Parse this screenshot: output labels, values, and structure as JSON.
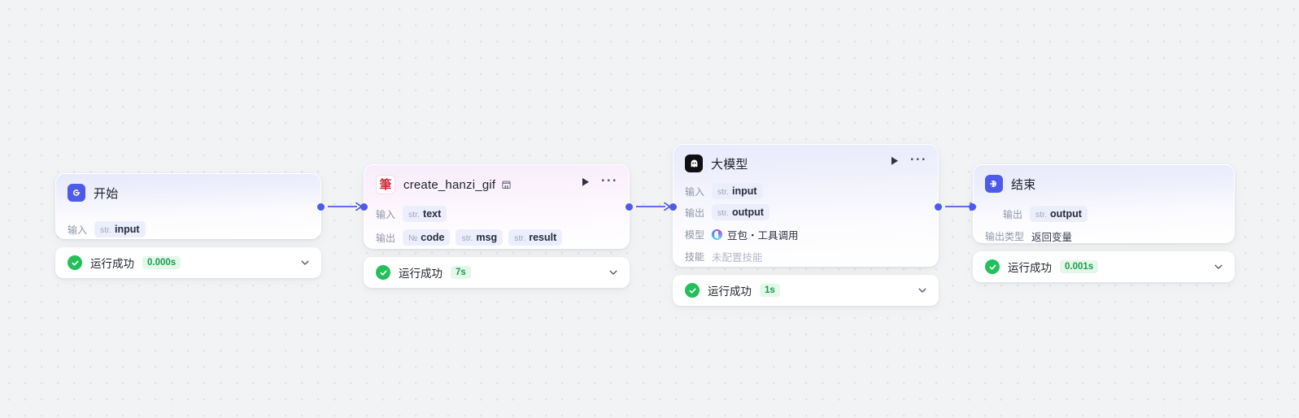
{
  "canvas": {
    "background_color": "#f2f3f5",
    "accent_color": "#4e5ae8",
    "success_color": "#23c05a"
  },
  "nodes": [
    {
      "id": "start",
      "title": "开始",
      "icon": "start-circle-icon",
      "rows": [
        {
          "label": "输入",
          "pills": [
            {
              "type": "str.",
              "name": "input"
            }
          ]
        }
      ],
      "status": {
        "icon": "check-icon",
        "text": "运行成功",
        "duration": "0.000s",
        "chevron": "chevron-down-icon"
      }
    },
    {
      "id": "plugin",
      "title": "create_hanzi_gif",
      "icon": "brush-hanzi-icon",
      "icon_glyph": "筆",
      "title_badge": "store-icon",
      "actions": {
        "run": "play-icon",
        "more": "more-icon"
      },
      "rows": [
        {
          "label": "输入",
          "pills": [
            {
              "type": "str.",
              "name": "text"
            }
          ]
        },
        {
          "label": "输出",
          "pills": [
            {
              "type": "№",
              "name": "code"
            },
            {
              "type": "str.",
              "name": "msg"
            },
            {
              "type": "str.",
              "name": "result"
            }
          ]
        }
      ],
      "status": {
        "icon": "check-icon",
        "text": "运行成功",
        "duration": "7s",
        "chevron": "chevron-down-icon"
      }
    },
    {
      "id": "llm",
      "title": "大模型",
      "icon": "llm-ghost-icon",
      "actions": {
        "run": "play-icon",
        "more": "more-icon"
      },
      "rows": [
        {
          "label": "输入",
          "pills": [
            {
              "type": "str.",
              "name": "input"
            }
          ]
        },
        {
          "label": "输出",
          "pills": [
            {
              "type": "str.",
              "name": "output"
            }
          ]
        },
        {
          "label": "模型",
          "model_icon": "doubao-icon",
          "value": "豆包・工具调用"
        },
        {
          "label": "技能",
          "value": "未配置技能",
          "muted": true
        }
      ],
      "status": {
        "icon": "check-icon",
        "text": "运行成功",
        "duration": "1s",
        "chevron": "chevron-down-icon"
      }
    },
    {
      "id": "end",
      "title": "结束",
      "icon": "end-arrow-icon",
      "rows": [
        {
          "label": "输出",
          "pills": [
            {
              "type": "str.",
              "name": "output"
            }
          ]
        },
        {
          "label": "输出类型",
          "value": "返回变量"
        }
      ],
      "status": {
        "icon": "check-icon",
        "text": "运行成功",
        "duration": "0.001s",
        "chevron": "chevron-down-icon"
      }
    }
  ]
}
